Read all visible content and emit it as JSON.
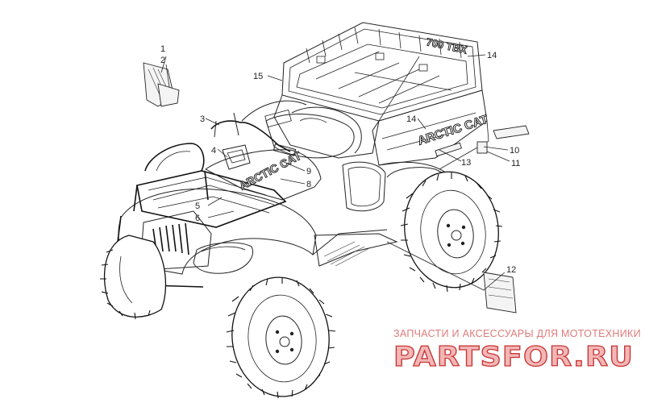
{
  "callouts": [
    {
      "id": "1",
      "label": "1"
    },
    {
      "id": "2",
      "label": "2"
    },
    {
      "id": "3",
      "label": "3"
    },
    {
      "id": "4",
      "label": "4"
    },
    {
      "id": "5",
      "label": "5"
    },
    {
      "id": "6",
      "label": "6"
    },
    {
      "id": "8",
      "label": "8"
    },
    {
      "id": "9",
      "label": "9"
    },
    {
      "id": "10",
      "label": "10"
    },
    {
      "id": "11",
      "label": "11"
    },
    {
      "id": "12",
      "label": "12"
    },
    {
      "id": "13",
      "label": "13"
    },
    {
      "id": "14a",
      "label": "14"
    },
    {
      "id": "14b",
      "label": "14"
    },
    {
      "id": "15",
      "label": "15"
    }
  ],
  "vehicle_text": {
    "brand_decal": "ARCTIC CAT",
    "model_decal": "700 TBX"
  },
  "watermark": {
    "tagline": "ЗАПЧАСТИ И АКСЕССУАРЫ ДЛЯ МОТОТЕХНИКИ",
    "site": "PARTSFOR.RU",
    "color": "#c83737"
  }
}
